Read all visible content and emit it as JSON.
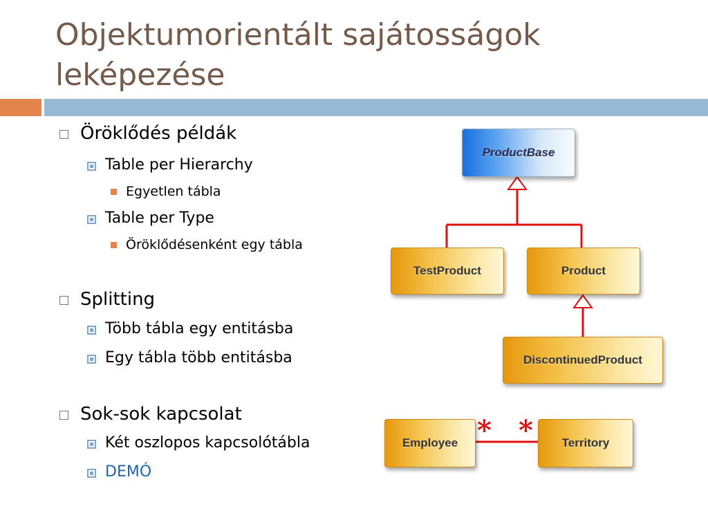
{
  "slide": {
    "title": "Objektumorientált sajátosságok leképezése"
  },
  "bullets": {
    "inheritance": {
      "label": "Öröklődés példák",
      "tph": "Table per Hierarchy",
      "tph_note": "Egyetlen tábla",
      "tpt": "Table per Type",
      "tpt_note": "Öröklődésenként egy tábla"
    },
    "splitting": {
      "label": "Splitting",
      "item1": "Több tábla egy entitásba",
      "item2": "Egy tábla több entitásba"
    },
    "many_to_many": {
      "label": "Sok-sok kapcsolat",
      "item1": "Két oszlopos kapcsolótábla",
      "demo": "DEMÓ"
    }
  },
  "diagram": {
    "product_base": "ProductBase",
    "test_product": "TestProduct",
    "product": "Product",
    "discontinued_product": "DiscontinuedProduct",
    "employee": "Employee",
    "territory": "Territory",
    "multiplicity_left": "*",
    "multiplicity_right": "*"
  },
  "colors": {
    "title": "#735a4a",
    "accent_orange": "#e2844c",
    "accent_blue": "#98b9d4",
    "connector": "#e01010",
    "demo_link": "#1f66b0"
  }
}
